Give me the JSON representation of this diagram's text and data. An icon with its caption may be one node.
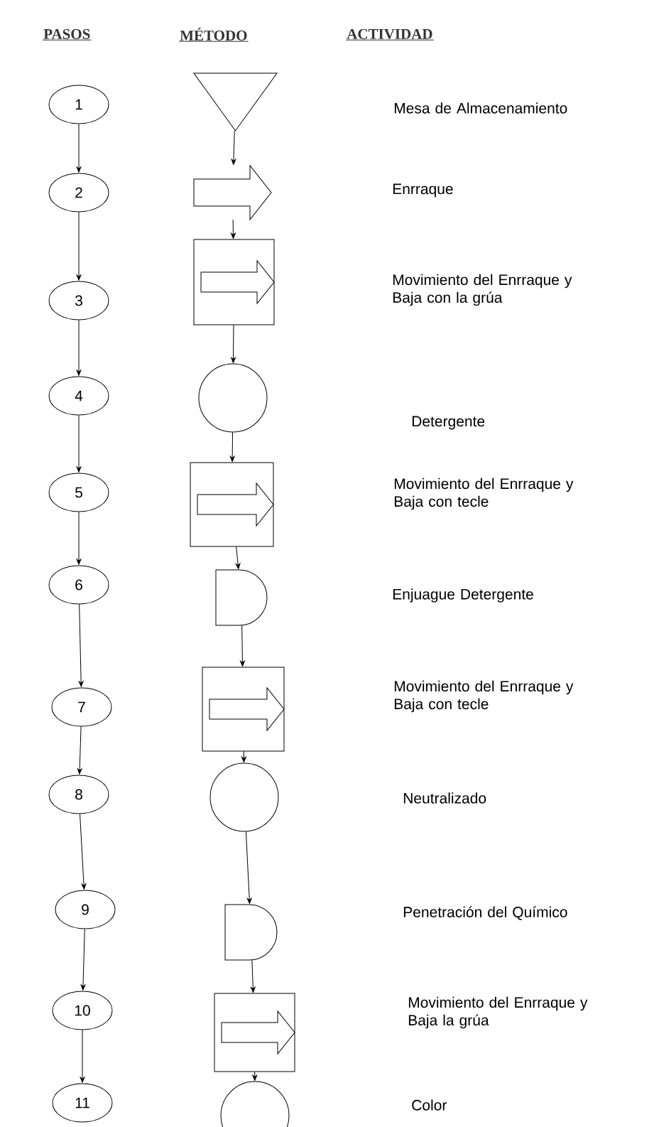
{
  "diagram": {
    "nodes": [
      {
        "text": [
          "1"
        ]
      },
      {
        "text": [
          "2"
        ]
      },
      {
        "text": [
          "3"
        ]
      },
      {
        "text": [
          "4"
        ]
      },
      {
        "text": [
          "5"
        ]
      },
      {
        "text": [
          "6"
        ]
      },
      {
        "text": [
          "7"
        ]
      },
      {
        "text": [
          "8"
        ]
      },
      {
        "text": [
          "9"
        ]
      },
      {
        "text": [
          "10"
        ]
      },
      {
        "text": [
          "11"
        ]
      },
      {
        "text": [],
        "shape": "triangle"
      },
      {
        "text": [],
        "shape": "arrow"
      },
      {
        "text": [],
        "shape": "box"
      },
      {
        "text": [],
        "shape": "circle"
      },
      {
        "text": [],
        "shape": "box"
      },
      {
        "text": [],
        "shape": "delay"
      },
      {
        "text": [],
        "shape": "box"
      },
      {
        "text": [],
        "shape": "circle"
      },
      {
        "text": [],
        "shape": "delay"
      },
      {
        "text": [],
        "shape": "box"
      },
      {
        "text": [],
        "shape": "circle"
      }
    ],
    "edges": [
      {
        "from": 0,
        "to": 1,
        "arrow": "to"
      },
      {
        "from": 1,
        "to": 2,
        "arrow": "to"
      },
      {
        "from": 2,
        "to": 3,
        "arrow": "to"
      },
      {
        "from": 3,
        "to": 4,
        "arrow": "to"
      },
      {
        "from": 4,
        "to": 5,
        "arrow": "to"
      },
      {
        "from": 5,
        "to": 6,
        "arrow": "to"
      },
      {
        "from": 6,
        "to": 7,
        "arrow": "to"
      },
      {
        "from": 7,
        "to": 8,
        "arrow": "to"
      },
      {
        "from": 8,
        "to": 9,
        "arrow": "to"
      },
      {
        "from": 9,
        "to": 10,
        "arrow": "to"
      },
      {
        "from": 11,
        "to": 12,
        "arrow": "to"
      },
      {
        "from": 12,
        "to": 13,
        "arrow": "to"
      },
      {
        "from": 13,
        "to": 14,
        "arrow": "to"
      },
      {
        "from": 14,
        "to": 15,
        "arrow": "to"
      },
      {
        "from": 15,
        "to": 16,
        "arrow": "to"
      },
      {
        "from": 16,
        "to": 17,
        "arrow": "to"
      },
      {
        "from": 17,
        "to": 18,
        "arrow": "to"
      },
      {
        "from": 18,
        "to": 19,
        "arrow": "to"
      },
      {
        "from": 19,
        "to": 20,
        "arrow": "to"
      },
      {
        "from": 20,
        "to": 21,
        "arrow": "to"
      }
    ],
    "labels": [
      "PASOS",
      "MÉTODO",
      "ACTIVIDAD",
      "Mesa de Almacenamiento",
      "Enrraque",
      "Movimiento del Enrraque y Baja con la grúa",
      "Detergente",
      "Movimiento del Enrraque y Baja con tecle",
      "Enjuague Detergente",
      "Movimiento del Enrraque y Baja con tecle",
      "Neutralizado",
      "Penetración del Químico",
      "Movimiento del Enrraque y Baja la grúa",
      "Color"
    ]
  }
}
